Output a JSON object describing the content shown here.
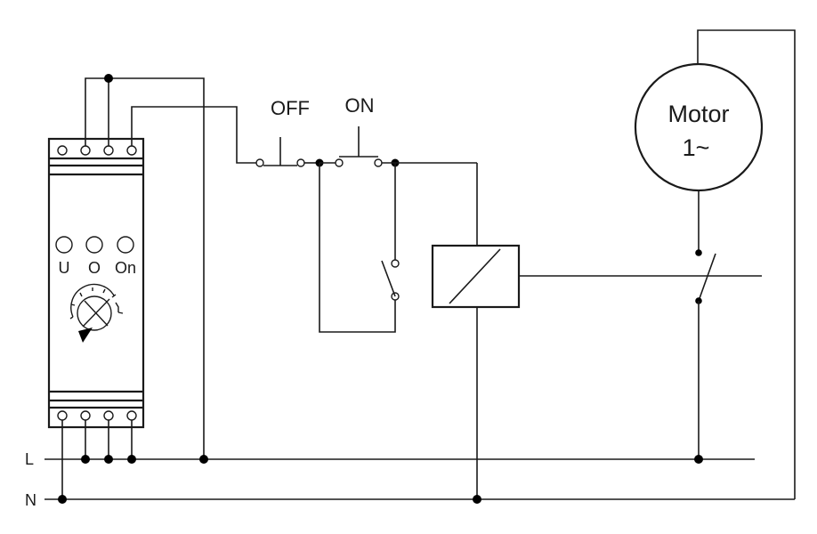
{
  "lines": {
    "live": "L",
    "neutral": "N"
  },
  "timer": {
    "leds": [
      "U",
      "O",
      "On"
    ]
  },
  "switches": {
    "off": "OFF",
    "on": "ON"
  },
  "motor": {
    "line1": "Motor",
    "line2": "1~"
  }
}
